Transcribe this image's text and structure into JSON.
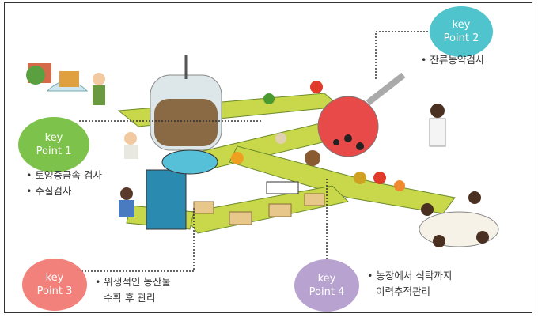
{
  "key_points": [
    {
      "key": "key",
      "label": "Point 1",
      "color": "#7dc24b",
      "bullets": [
        "토양중금속 검사",
        "수질검사"
      ]
    },
    {
      "key": "key",
      "label": "Point 2",
      "color": "#4fc4cc",
      "bullets": [
        "잔류농약검사"
      ]
    },
    {
      "key": "key",
      "label": "Point 3",
      "color": "#f2817b",
      "bullets": [
        "위생적인 농산물",
        "수확 후 관리"
      ]
    },
    {
      "key": "key",
      "label": "Point 4",
      "color": "#b8a2d0",
      "bullets": [
        "농장에서 식탁까지",
        "이력추적관리"
      ]
    }
  ],
  "colors": {
    "belt": "#c8d84a",
    "belt_edge": "#6b8a2a",
    "flask": "#e84a4a",
    "soil": "#8a6a45"
  }
}
